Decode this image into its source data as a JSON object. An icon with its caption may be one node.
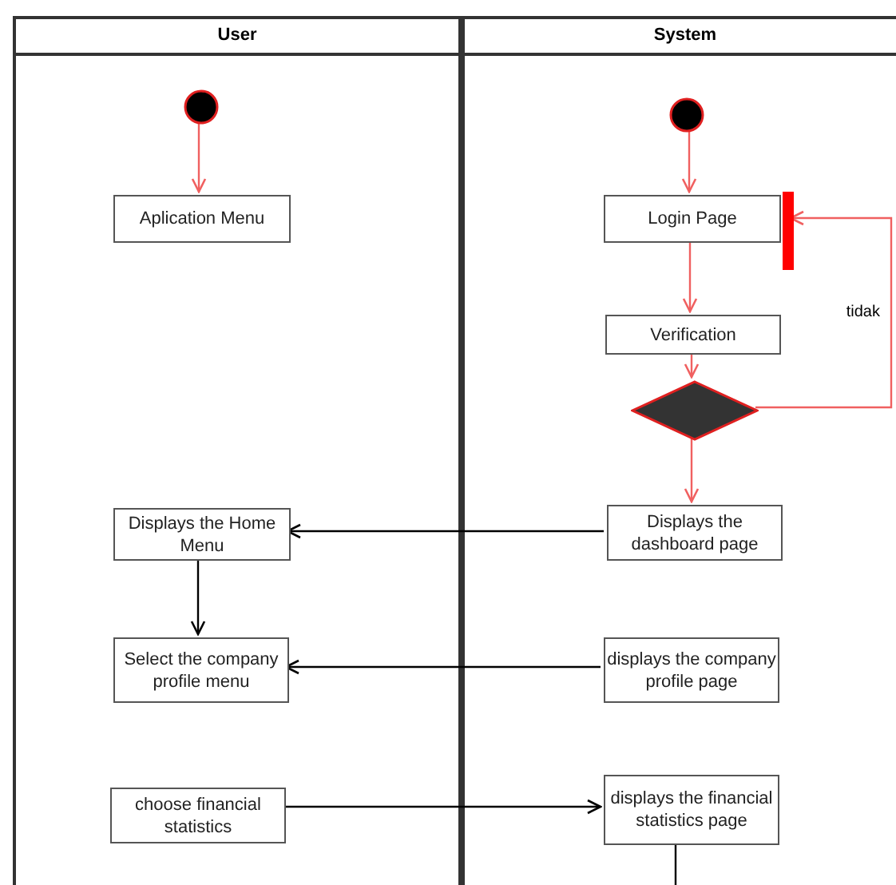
{
  "diagram": {
    "nodes": [
      {
        "text": [
          "User"
        ]
      },
      {
        "text": [
          "System"
        ]
      },
      {
        "text": [],
        "shape": "circle",
        "in": 0
      },
      {
        "text": [
          "Aplication Menu"
        ],
        "in": 0
      },
      {
        "text": [],
        "shape": "circle",
        "in": 1
      },
      {
        "text": [
          "Login Page"
        ],
        "in": 1
      },
      {
        "text": [],
        "shape": "bar",
        "in": 1
      },
      {
        "text": [
          "Verification"
        ],
        "in": 1
      },
      {
        "text": [],
        "shape": "diamond",
        "in": 1
      },
      {
        "text": [
          "Displays the dashboard page"
        ],
        "in": 1
      },
      {
        "text": [
          "Displays the Home Menu"
        ],
        "in": 0
      },
      {
        "text": [
          "Select the company profile menu"
        ],
        "in": 0
      },
      {
        "text": [
          "displays the company profile page"
        ],
        "in": 1
      },
      {
        "text": [
          "choose financial statistics"
        ],
        "in": 0
      },
      {
        "text": [
          "displays the financial statistics page"
        ],
        "in": 1
      }
    ],
    "edges": [
      {
        "from": 2,
        "to": 3,
        "arrow": "to"
      },
      {
        "from": 4,
        "to": 5,
        "arrow": "to"
      },
      {
        "from": 5,
        "to": 7,
        "arrow": "to"
      },
      {
        "from": 7,
        "to": 8,
        "arrow": "to"
      },
      {
        "from": 8,
        "to": 6,
        "arrow": "to",
        "label": "tidak"
      },
      {
        "from": 8,
        "to": 9,
        "arrow": "to"
      },
      {
        "from": 9,
        "to": 10,
        "arrow": "to",
        "color": "#000000"
      },
      {
        "from": 10,
        "to": 11,
        "arrow": "to",
        "color": "#000000"
      },
      {
        "from": 12,
        "to": 11,
        "arrow": "to",
        "color": "#000000"
      },
      {
        "from": 13,
        "to": 14,
        "arrow": "to",
        "color": "#000000"
      },
      {
        "from": 14,
        "to": null,
        "arrow": "none",
        "color": "#000000"
      }
    ]
  }
}
